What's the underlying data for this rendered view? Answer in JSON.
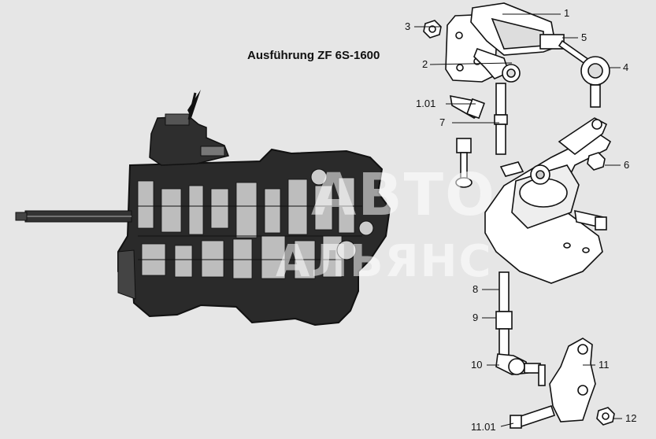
{
  "title": "Ausführung ZF 6S-1600",
  "callouts": {
    "c1": "1",
    "c2": "2",
    "c3": "3",
    "c4": "4",
    "c5": "5",
    "c6": "6",
    "c7": "7",
    "c8": "8",
    "c9": "9",
    "c10": "10",
    "c11": "11",
    "c12": "12",
    "c101": "1.01",
    "c1101": "11.01"
  },
  "watermark": {
    "line1": "АВТО",
    "line2": "АЛЬЯНС"
  },
  "colors": {
    "background": "#e6e6e6",
    "ink": "#111111",
    "watermark": "#ffffff"
  }
}
